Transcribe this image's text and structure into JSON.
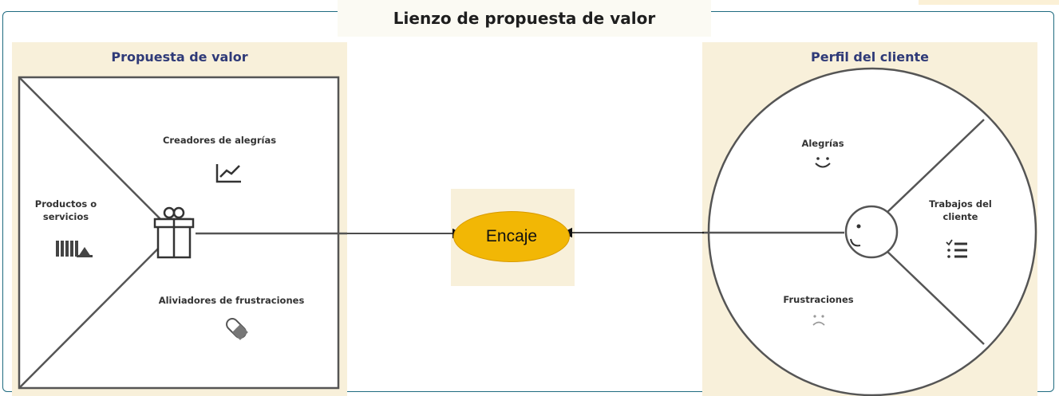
{
  "title": "Lienzo de propuesta de valor",
  "value_proposition": {
    "title": "Propuesta de valor",
    "gain_creators": "Creadores de alegrías",
    "products_services": "Productos o servicios",
    "pain_relievers": "Aliviadores de frustraciones"
  },
  "fit": {
    "label": "Encaje"
  },
  "customer_profile": {
    "title": "Perfil del cliente",
    "gains": "Alegrías",
    "customer_jobs": "Trabajos del cliente",
    "pains": "Frustraciones"
  },
  "icons": [
    "gift-icon",
    "chart-icon",
    "products-icon",
    "pill-icon",
    "face-icon",
    "smile-icon",
    "checklist-icon",
    "sad-icon"
  ],
  "colors": {
    "frame": "#1f6b80",
    "panel": "#f8f0da",
    "fit": "#f2b705",
    "panel_title": "#2f3a78"
  }
}
